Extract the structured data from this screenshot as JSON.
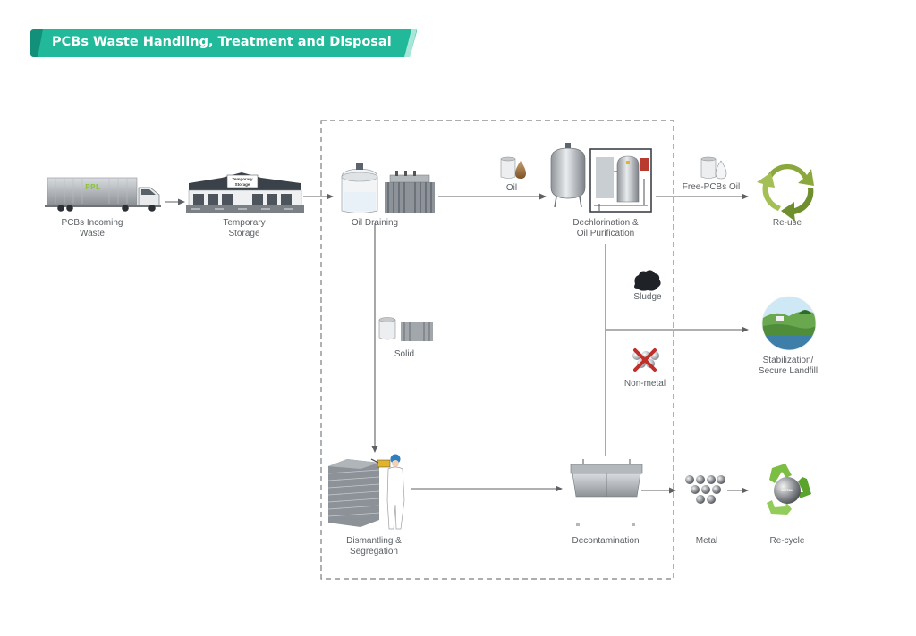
{
  "title": "PCBs Waste Handling, Treatment and Disposal",
  "colors": {
    "banner": "#22b99a",
    "banner_dark": "#129079",
    "arrow": "#5d6166",
    "dashed_frame": "#7a7e82",
    "recycle_green": "#7cbe43",
    "reuse_green": "#8aa83c"
  },
  "nodes": {
    "incoming": {
      "label_1": "PCBs Incoming",
      "label_2": "Waste",
      "icon": "truck-icon",
      "truck_text": "PPL"
    },
    "storage": {
      "label_1": "Temporary",
      "label_2": "Storage",
      "icon": "warehouse-icon",
      "sign_1": "Temporary",
      "sign_2": "Storage"
    },
    "draining": {
      "label_1": "Oil Draining",
      "icon": "transformer-icon"
    },
    "dechlorination": {
      "label_1": "Dechlorination &",
      "label_2": "Oil Purification",
      "icon": "reactor-icon"
    },
    "reuse": {
      "label_1": "Re-use",
      "icon": "reuse-cycle-icon"
    },
    "landfill": {
      "label_1": "Stabilization/",
      "label_2": "Secure Landfill",
      "icon": "landfill-icon"
    },
    "dismantling": {
      "label_1": "Dismantling &",
      "label_2": "Segregation",
      "icon": "worker-icon"
    },
    "decontamination": {
      "label_1": "Decontamination",
      "icon": "tank-icon"
    },
    "metal": {
      "label_1": "Metal",
      "icon": "metal-balls-icon"
    },
    "recycle": {
      "label_1": "Re-cycle",
      "icon": "recycle-icon",
      "ball_text": "METAL"
    }
  },
  "edges": {
    "oil": {
      "label": "Oil",
      "icon": "oil-drum-icon"
    },
    "free_oil": {
      "label": "Free-PCBs Oil",
      "icon": "oil-drum-icon"
    },
    "solid": {
      "label": "Solid",
      "icon": "solid-parts-icon"
    },
    "sludge": {
      "label": "Sludge",
      "icon": "sludge-icon"
    },
    "non_metal": {
      "label": "Non-metal",
      "icon": "non-metal-icon"
    }
  }
}
